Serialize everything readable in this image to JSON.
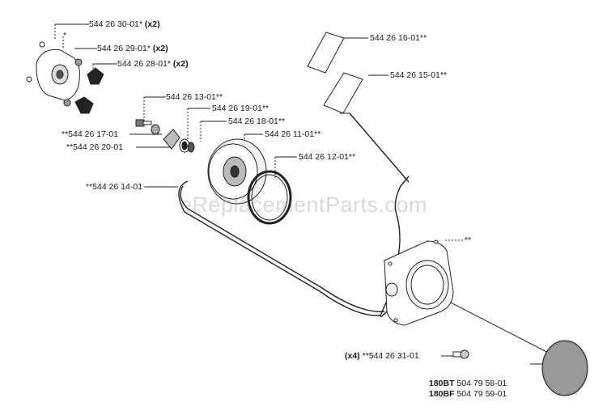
{
  "watermark": "eReplacementParts.com",
  "labels": {
    "p1_num": "544 26 30-01*",
    "p1_qty": "(x2)",
    "p2_mark": "*",
    "p3_num": "544 26 29-01*",
    "p3_qty": "(x2)",
    "p4_num": "544 26 28-01*",
    "p4_qty": "(x2)",
    "p5": "544 26 16-01**",
    "p6": "544 26 15-01**",
    "p7": "544 26 13-01**",
    "p8": "544 26 19-01**",
    "p9": "**544 26 17-01",
    "p10": "544 26 18-01**",
    "p11": "**544 26 20-01",
    "p12": "544 26 11-01**",
    "p13": "544 26 12-01**",
    "p14": "**544 26 14-01",
    "p15": "**",
    "p16_qty": "(x4)",
    "p16_num": "**544 26 31-01",
    "p17_model": "180BT",
    "p17_num": "504 79 58-01",
    "p18_model": "180BF",
    "p18_num": "504 79 59-01"
  }
}
